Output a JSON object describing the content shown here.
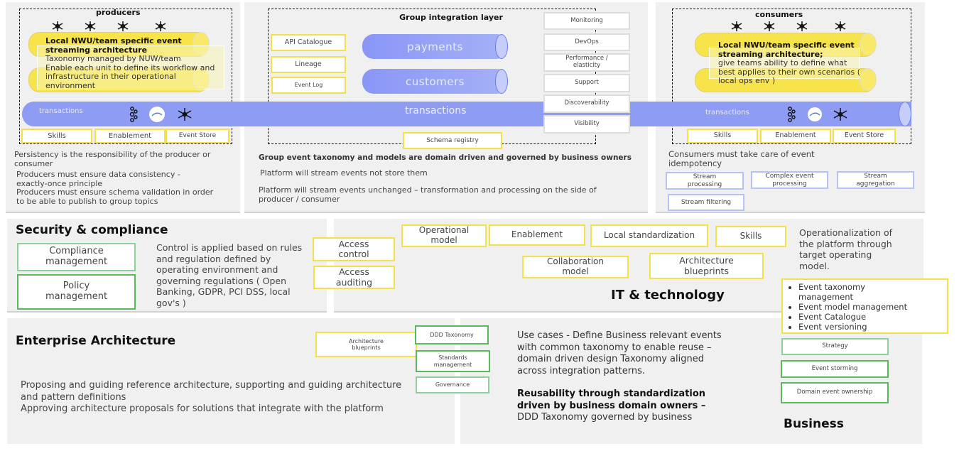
{
  "producers": {
    "title": "producers",
    "heading": "Local NWU/team specific event streaming architecture",
    "lines": [
      "Taxonomy managed by NUW/team",
      "Enable each unit to define its workflow and infrastructure in their operational environment"
    ],
    "transactions_label": "transactions",
    "chips": [
      "Skills",
      "Enablement",
      "Event Store"
    ],
    "notes": [
      "Persistency is the responsibility of the producer or consumer",
      "Producers must ensure data consistency - exactly-once principle",
      "Producers must ensure schema validation in order to be able to publish to group topics"
    ]
  },
  "group": {
    "title": "Group integration layer",
    "left": [
      "API Catalogue",
      "Lineage",
      "Event Log"
    ],
    "topics": [
      "payments",
      "customers"
    ],
    "transactions_label": "transactions",
    "right": [
      "Monitoring",
      "DevOps",
      "Performance / elasticity",
      "Support",
      "Discoverability",
      "Visibility"
    ],
    "schema": "Schema registry",
    "notes": [
      "Group event  taxonomy and models are domain driven and governed by business owners",
      "Platform will stream events not store them",
      "Platform will stream events unchanged – transformation and processing on the side of producer / consumer"
    ]
  },
  "consumers": {
    "title": "consumers",
    "heading": "Local NWU/team specific event streaming architecture;",
    "lines": "give teams ability to define what best applies to their own scenarios ( local ops env )",
    "transactions_label": "transactions",
    "chips": [
      "Skills",
      "Enablement",
      "Event Store"
    ],
    "note": "Consumers must take care of event idempotency",
    "processing": [
      "Stream processing",
      "Complex event processing",
      "Stream aggregation",
      "Stream filtering"
    ]
  },
  "security": {
    "title": "Security & compliance",
    "boxes": [
      "Compliance management",
      "Policy management"
    ],
    "text": "Control is applied based on rules and regulation defined by operating environment and governing regulations ( Open Banking, GDPR, PCI DSS, local gov's )",
    "access": [
      "Access control",
      "Access auditing"
    ]
  },
  "it": {
    "title": "IT & technology",
    "boxes": [
      "Operational model",
      "Enablement",
      "Local standardization",
      "Skills",
      "Collaboration model",
      "Architecture blueprints"
    ],
    "text": "Operationalization of the platform through target operating model.",
    "bullets": [
      "Event taxonomy management",
      "Event model management",
      "Event Catalogue",
      "Event versioning"
    ]
  },
  "ea": {
    "title": "Enterprise Architecture",
    "blueprints": "Architecture blueprints",
    "boxes": [
      "DDD Taxonomy",
      "Standards management",
      "Governance"
    ],
    "lines": [
      "Proposing and guiding reference architecture, supporting and guiding architecture and pattern definitions",
      "Approving architecture proposals for solutions that integrate with the platform"
    ]
  },
  "business": {
    "title": "Business",
    "text1": "Use cases - Define Business relevant events with common taxonomy to enable reuse – domain driven design Taxonomy aligned across integration patterns.",
    "text2": "Reusability through standardization driven by business domain owners –",
    "text3": "DDD Taxonomy governed by business",
    "boxes": [
      "Strategy",
      "Event storming",
      "Domain event ownership"
    ]
  },
  "colors": {
    "yellow": "#f7e34a",
    "blue": "#8a96f7",
    "green": "#5cb85c",
    "panel": "#f0f0f0"
  }
}
